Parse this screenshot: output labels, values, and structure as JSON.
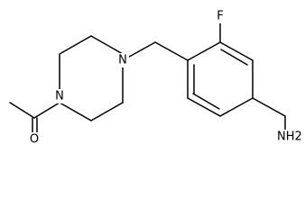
{
  "diagram": {
    "atom_labels": {
      "n1": "N",
      "n2": "N",
      "o": "O",
      "f": "F",
      "nh2": "NH2"
    }
  }
}
